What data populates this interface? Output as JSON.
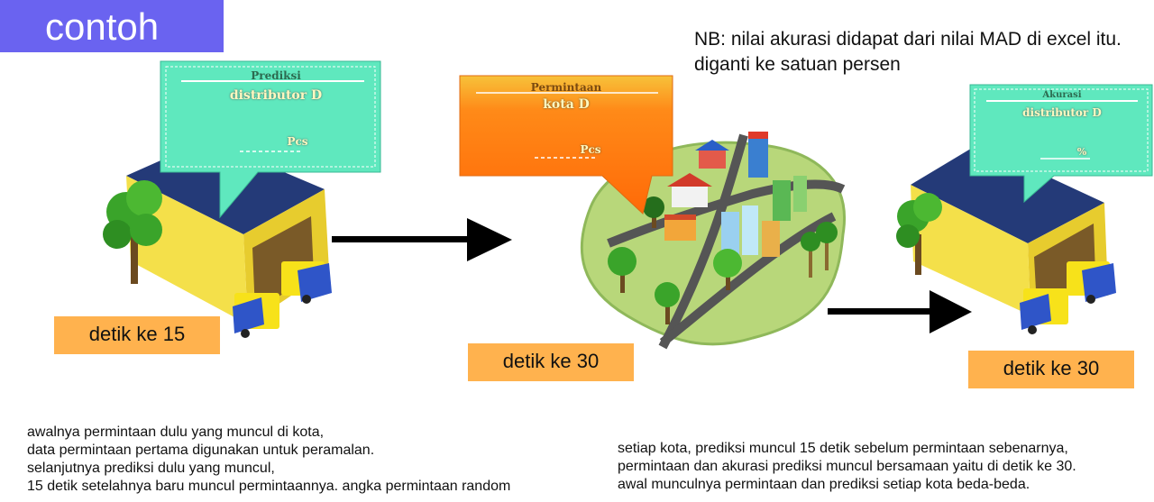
{
  "title": "contoh",
  "note": {
    "line1": "NB: nilai akurasi didapat dari nilai MAD di excel itu.",
    "line2": "diganti ke satuan persen"
  },
  "stages": [
    {
      "bubble_title": "Prediksi",
      "bubble_subtitle": "distributor D",
      "bubble_unit": "Pcs",
      "label": "detik ke 15"
    },
    {
      "bubble_title": "Permintaan",
      "bubble_subtitle": "kota D",
      "bubble_unit": "Pcs",
      "label": "detik ke 30"
    },
    {
      "bubble_title": "Akurasi",
      "bubble_subtitle": "distributor D",
      "bubble_unit": "%",
      "label": "detik ke 30"
    }
  ],
  "left_paragraph": [
    "awalnya permintaan dulu yang muncul di kota,",
    "data permintaan pertama digunakan untuk peramalan.",
    "selanjutnya prediksi dulu yang muncul,",
    "15 detik setelahnya baru muncul permintaannya. angka permintaan random"
  ],
  "right_paragraph": [
    "setiap kota, prediksi muncul 15 detik sebelum permintaan sebenarnya,",
    "permintaan dan akurasi prediksi muncul bersamaan yaitu di detik ke 30.",
    "awal munculnya permintaan dan prediksi setiap kota beda-beda."
  ],
  "colors": {
    "title_bg": "#6a63f0",
    "label_bg": "#ffb24e",
    "bubble_teal": "#5fe8be",
    "bubble_orange": "#ff7a10",
    "roof": "#243a78",
    "wall": "#f1da3c",
    "door": "#7a5a28",
    "truck_cab": "#2f55c8",
    "truck_box": "#f7e21a",
    "arrow": "#000000"
  }
}
